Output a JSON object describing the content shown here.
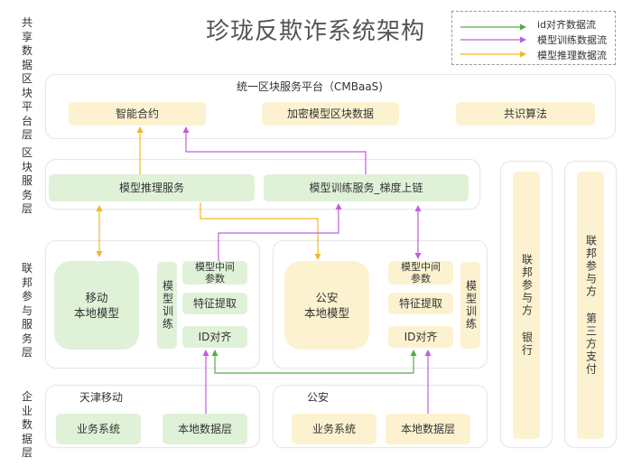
{
  "title": "珍珑反欺诈系统架构",
  "legend": {
    "items": [
      {
        "label": "id对齐数据流",
        "color": "#5aa84e"
      },
      {
        "label": "模型训练数据流",
        "color": "#c05de0"
      },
      {
        "label": "模型推理数据流",
        "color": "#f2b824"
      }
    ]
  },
  "layers": {
    "shared_data": "共享数据区块平台层",
    "blockchain_service": "区块服务层",
    "federated_service": "联邦参与服务层",
    "enterprise_data": "企业数据层"
  },
  "platform": {
    "title": "统一区块服务平台（CMBaaS)",
    "items": [
      "智能合约",
      "加密模型区块数据",
      "共识算法"
    ]
  },
  "blockchain_services": {
    "inference": "模型推理服务",
    "training": "模型训练服务_梯度上链"
  },
  "side_panels": {
    "bank": "联邦参与方  银行",
    "payment": "联邦参与方  第三方支付"
  },
  "participant_mobile": {
    "local_model": "移动\n本地模型",
    "training": "模型训练",
    "middle_params": "模型中间\n参数",
    "feature": "特征提取",
    "id_align": "ID对齐"
  },
  "participant_police": {
    "local_model": "公安\n本地模型",
    "training": "模型训练",
    "middle_params": "模型中间\n参数",
    "feature": "特征提取",
    "id_align": "ID对齐"
  },
  "enterprise_mobile": {
    "name": "天津移动",
    "business": "业务系统",
    "local_data": "本地数据层"
  },
  "enterprise_police": {
    "name": "公安",
    "business": "业务系统",
    "local_data": "本地数据层"
  }
}
